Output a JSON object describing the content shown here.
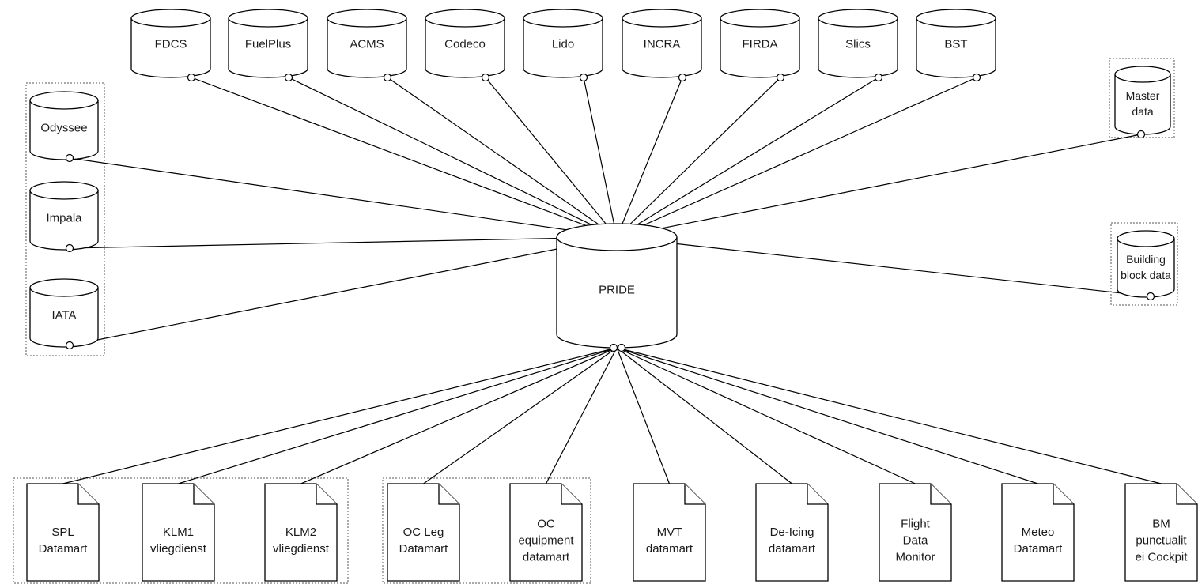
{
  "hub": {
    "label": "PRIDE"
  },
  "top_sources": [
    {
      "id": "fdcs",
      "label": "FDCS"
    },
    {
      "id": "fuelplus",
      "label": "FuelPlus"
    },
    {
      "id": "acms",
      "label": "ACMS"
    },
    {
      "id": "codeco",
      "label": "Codeco"
    },
    {
      "id": "lido",
      "label": "Lido"
    },
    {
      "id": "incra",
      "label": "INCRA"
    },
    {
      "id": "firda",
      "label": "FIRDA"
    },
    {
      "id": "slics",
      "label": "Slics"
    },
    {
      "id": "bst",
      "label": "BST"
    }
  ],
  "left_sources": [
    {
      "id": "odyssee",
      "label": "Odyssee"
    },
    {
      "id": "impala",
      "label": "Impala"
    },
    {
      "id": "iata",
      "label": "IATA"
    }
  ],
  "right_sources": [
    {
      "id": "master-data",
      "label_lines": [
        "Master",
        "data"
      ]
    },
    {
      "id": "building-block-data",
      "label_lines": [
        "Building",
        "block data"
      ]
    }
  ],
  "datamarts": [
    {
      "id": "spl-datamart",
      "label_lines": [
        "SPL",
        "Datamart"
      ]
    },
    {
      "id": "klm1-vliegdienst",
      "label_lines": [
        "KLM1",
        "vliegdienst"
      ]
    },
    {
      "id": "klm2-vliegdienst",
      "label_lines": [
        "KLM2",
        "vliegdienst"
      ]
    },
    {
      "id": "oc-leg-datamart",
      "label_lines": [
        "OC Leg",
        "Datamart"
      ]
    },
    {
      "id": "oc-equipment-datamart",
      "label_lines": [
        "OC",
        "equipment",
        "datamart"
      ]
    },
    {
      "id": "mvt-datamart",
      "label_lines": [
        "MVT",
        "datamart"
      ]
    },
    {
      "id": "de-icing-datamart",
      "label_lines": [
        "De-Icing",
        "datamart"
      ]
    },
    {
      "id": "flight-data-monitor",
      "label_lines": [
        "Flight",
        "Data",
        "Monitor"
      ]
    },
    {
      "id": "meteo-datamart",
      "label_lines": [
        "Meteo",
        "Datamart"
      ]
    },
    {
      "id": "bm-punctualitei-cockpit",
      "label_lines": [
        "BM",
        "punctualit",
        "ei Cockpit"
      ]
    }
  ]
}
